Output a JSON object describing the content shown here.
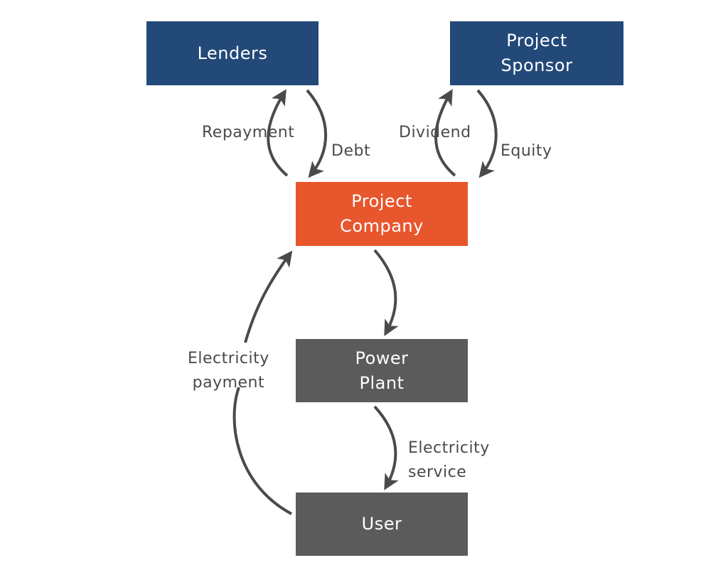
{
  "colors": {
    "lenders": "#234979",
    "sponsor": "#234979",
    "company": "#e8562e",
    "plant": "#5b5b5b",
    "user": "#5b5b5b",
    "arrow": "#4a4a4a"
  },
  "nodes": {
    "lenders": {
      "lines": [
        "Lenders"
      ]
    },
    "sponsor": {
      "lines": [
        "Project",
        "Sponsor"
      ]
    },
    "company": {
      "lines": [
        "Project",
        "Company"
      ]
    },
    "plant": {
      "lines": [
        "Power",
        "Plant"
      ]
    },
    "user": {
      "lines": [
        "User"
      ]
    }
  },
  "flows": {
    "repayment": {
      "from": "Project Company",
      "to": "Lenders",
      "label": "Repayment"
    },
    "debt": {
      "from": "Lenders",
      "to": "Project Company",
      "label": "Debt"
    },
    "dividend": {
      "from": "Project Company",
      "to": "Project Sponsor",
      "label": "Dividend"
    },
    "equity": {
      "from": "Project Sponsor",
      "to": "Project Company",
      "label": "Equity"
    },
    "electricity_payment": {
      "from": "User",
      "to": "Project Company",
      "label_lines": [
        "Electricity",
        "payment"
      ]
    },
    "electricity_service": {
      "from": "Power Plant",
      "to": "User",
      "label_lines": [
        "Electricity",
        "service"
      ]
    },
    "company_to_plant": {
      "from": "Project Company",
      "to": "Power Plant"
    }
  }
}
